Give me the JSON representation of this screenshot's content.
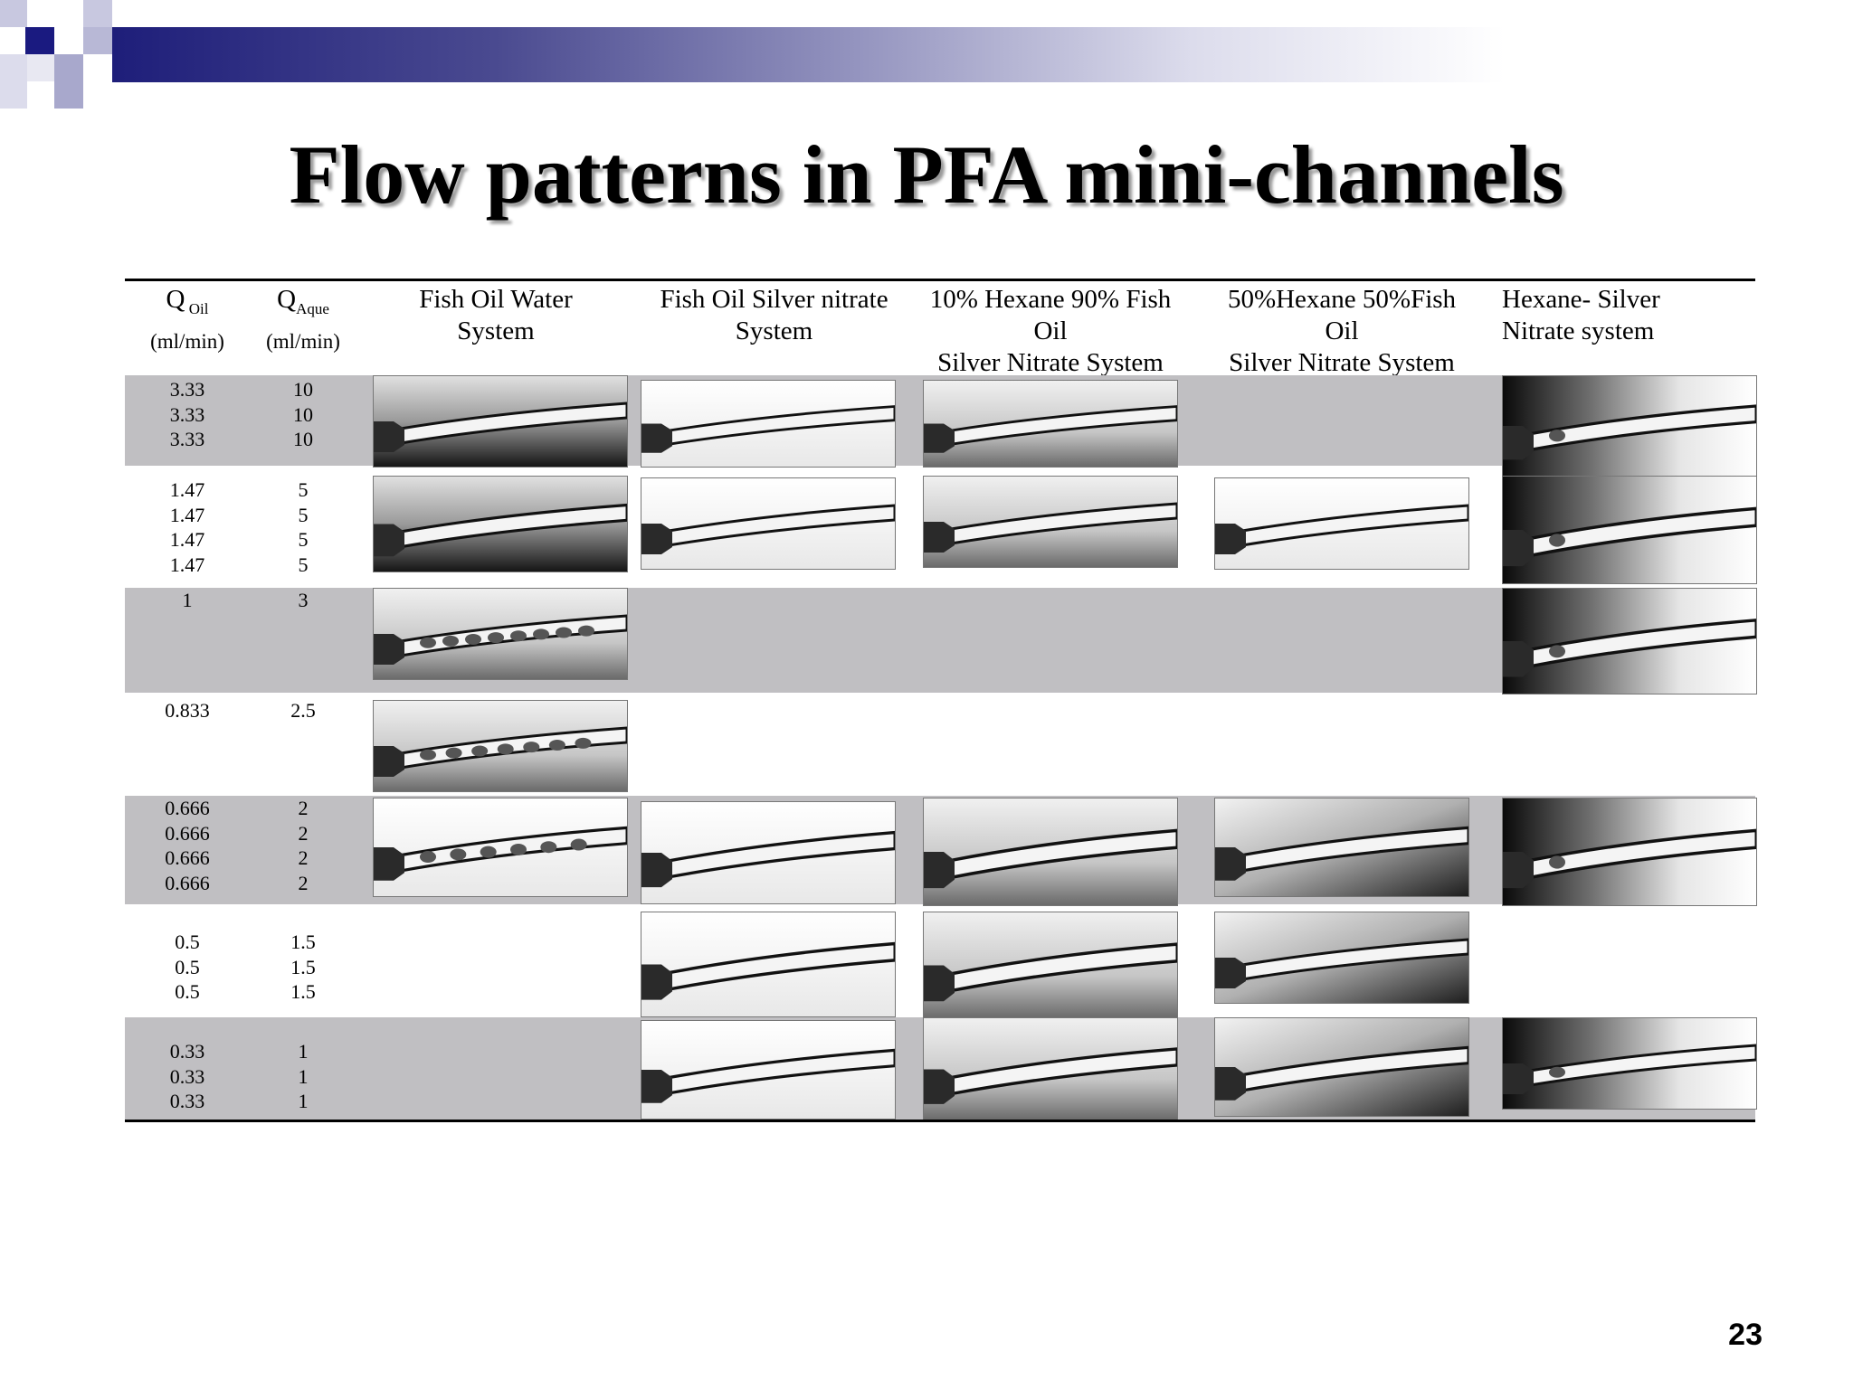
{
  "title": "Flow patterns in PFA mini-channels",
  "page_number": "23",
  "colors": {
    "header_gradient_start": "#1e1e7a",
    "row_grey": "#c0bfc2"
  },
  "table": {
    "columns": [
      {
        "main": "Q",
        "sub": "Oil",
        "unit": "(ml/min)"
      },
      {
        "main": "Q",
        "sub": "Aque",
        "unit": "(ml/min)"
      },
      {
        "line1": "Fish Oil Water",
        "line2": "System",
        "line3": ""
      },
      {
        "line1": "Fish Oil Silver nitrate",
        "line2": "System",
        "line3": ""
      },
      {
        "line1": "10% Hexane 90% Fish",
        "line2": "Oil",
        "line3": "Silver Nitrate System"
      },
      {
        "line1": "50%Hexane 50%Fish",
        "line2": "Oil",
        "line3": "Silver Nitrate System"
      },
      {
        "line1": "Hexane- Silver",
        "line2": "Nitrate system",
        "line3": ""
      }
    ],
    "rows": [
      {
        "q_oil": [
          "3.33",
          "3.33",
          "3.33"
        ],
        "q_aque": [
          "10",
          "10",
          "10"
        ]
      },
      {
        "q_oil": [
          "1.47",
          "1.47",
          "1.47",
          "1.47"
        ],
        "q_aque": [
          "5",
          "5",
          "5",
          "5"
        ]
      },
      {
        "q_oil": [
          "1"
        ],
        "q_aque": [
          "3"
        ]
      },
      {
        "q_oil": [
          "0.833"
        ],
        "q_aque": [
          "2.5"
        ]
      },
      {
        "q_oil": [
          "0.666",
          "0.666",
          "0.666",
          "0.666"
        ],
        "q_aque": [
          "2",
          "2",
          "2",
          "2"
        ]
      },
      {
        "q_oil": [
          "0.5",
          "0.5",
          "0.5"
        ],
        "q_aque": [
          "1.5",
          "1.5",
          "1.5"
        ]
      },
      {
        "q_oil": [
          "0.33",
          "0.33",
          "0.33"
        ],
        "q_aque": [
          "1",
          "1",
          "1"
        ]
      }
    ]
  }
}
